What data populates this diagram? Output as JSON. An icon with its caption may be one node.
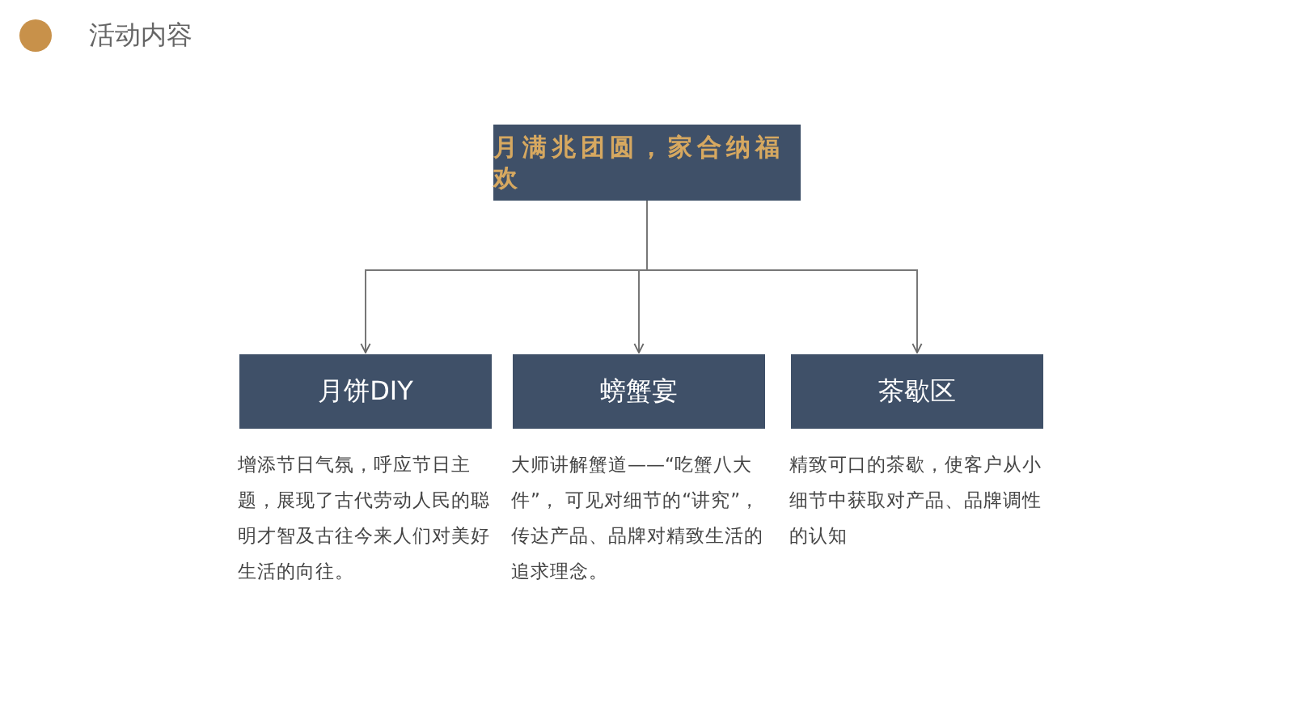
{
  "diagram": {
    "title": "活动内容",
    "nodes": [
      {
        "text": [
          "月满兆团圆，家合纳福欢"
        ]
      },
      {
        "text": [
          "月饼DIY"
        ],
        "beside": [
          "增添节日气氛，呼应节日主题，展现了古代劳动人民的聪明才智及古往今来人们对美好生活的向往。"
        ]
      },
      {
        "text": [
          "螃蟹宴"
        ],
        "beside": [
          "大师讲解蟹道——“吃蟹八大件”， 可见对细节的“讲究”，传达产品、品牌对精致生活的追求理念。"
        ]
      },
      {
        "text": [
          "茶歇区"
        ],
        "beside": [
          "精致可口的茶歇，使客户从小细节中获取对产品、品牌调性的认知"
        ]
      }
    ],
    "edges": [
      {
        "from": 0,
        "to": 1,
        "arrow": "to"
      },
      {
        "from": 0,
        "to": 2,
        "arrow": "to"
      },
      {
        "from": 0,
        "to": 3,
        "arrow": "to"
      }
    ]
  }
}
